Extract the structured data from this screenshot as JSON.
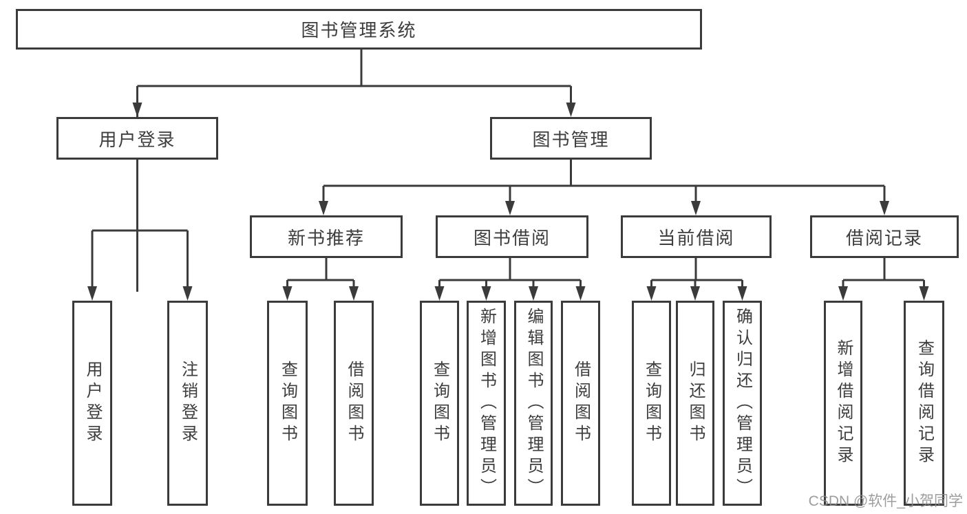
{
  "diagram": {
    "root": {
      "label": "图书管理系统"
    },
    "level2": {
      "user_login": {
        "label": "用户登录"
      },
      "book_mgmt": {
        "label": "图书管理"
      }
    },
    "level3": {
      "new_rec": {
        "label": "新书推荐"
      },
      "book_borrow": {
        "label": "图书借阅"
      },
      "current_borrow": {
        "label": "当前借阅"
      },
      "borrow_records": {
        "label": "借阅记录"
      }
    },
    "leaves": {
      "login": {
        "label": "用户登录"
      },
      "logout": {
        "label": "注销登录"
      },
      "nr_query": {
        "label": "查询图书"
      },
      "nr_borrow": {
        "label": "借阅图书"
      },
      "bb_query": {
        "label": "查询图书"
      },
      "bb_add": {
        "label": "新增图书（管理员）"
      },
      "bb_edit": {
        "label": "编辑图书（管理员）"
      },
      "bb_borrow": {
        "label": "借阅图书"
      },
      "cb_query": {
        "label": "查询图书"
      },
      "cb_return": {
        "label": "归还图书"
      },
      "cb_confirm": {
        "label": "确认归还（管理员）"
      },
      "br_add": {
        "label": "新增借阅记录"
      },
      "br_query": {
        "label": "查询借阅记录"
      }
    },
    "watermark": "CSDN @软件_小贺同学",
    "colors": {
      "line": "#3b3b3b",
      "text": "#3d3d3d",
      "watermark": "#8c8c8c",
      "background": "#ffffff"
    }
  }
}
